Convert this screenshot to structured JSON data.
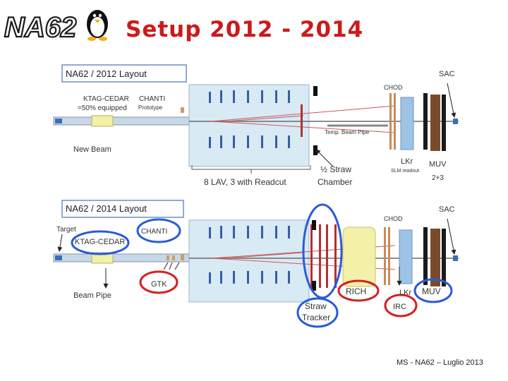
{
  "header": {
    "logo_text": "NA62",
    "title": "Setup 2012 - 2014"
  },
  "layout_2012": {
    "box_title": "NA62 / 2012 Layout",
    "ktag_label_1": "KTAG-CEDAR",
    "ktag_label_2": "=50% equipped",
    "chanti_label": "CHANTI",
    "chanti_sub": "Prototype",
    "beam_label": "New Beam",
    "lav_label": "8 LAV,  3 with Readcut",
    "straw_label_1": "½ Straw",
    "straw_label_2": "Chamber",
    "pipe_label": "Temp. Beam Pipe",
    "chod_label": "CHOD",
    "sac_label": "SAC",
    "lkr_label": "LKr",
    "lkr_sub": "SLM readout",
    "muv_label": "MUV",
    "muv_sub": "2+3"
  },
  "layout_2014": {
    "box_title": "NA62 / 2014 Layout",
    "target_label": "Target",
    "ktag_label": "KTAG-CEDAR",
    "chanti_label": "CHANTI",
    "gtk_label": "GTK",
    "pipe_label": "Beam Pipe",
    "straw_label_1": "Straw",
    "straw_label_2": "Tracker",
    "rich_label": "RICH",
    "chod_label": "CHOD",
    "sac_label": "SAC",
    "lkr_label": "LKr",
    "irc_label": "IRC",
    "muv_label": "MUV"
  },
  "footer": {
    "text": "MS - NA62 – Luglio 2013"
  },
  "colors": {
    "title": "#cc1a1a",
    "highlight_blue": "#2a5bd7",
    "highlight_red": "#d61f1f",
    "vessel": "#d8eaf4",
    "beam": "#9fb8cf"
  }
}
